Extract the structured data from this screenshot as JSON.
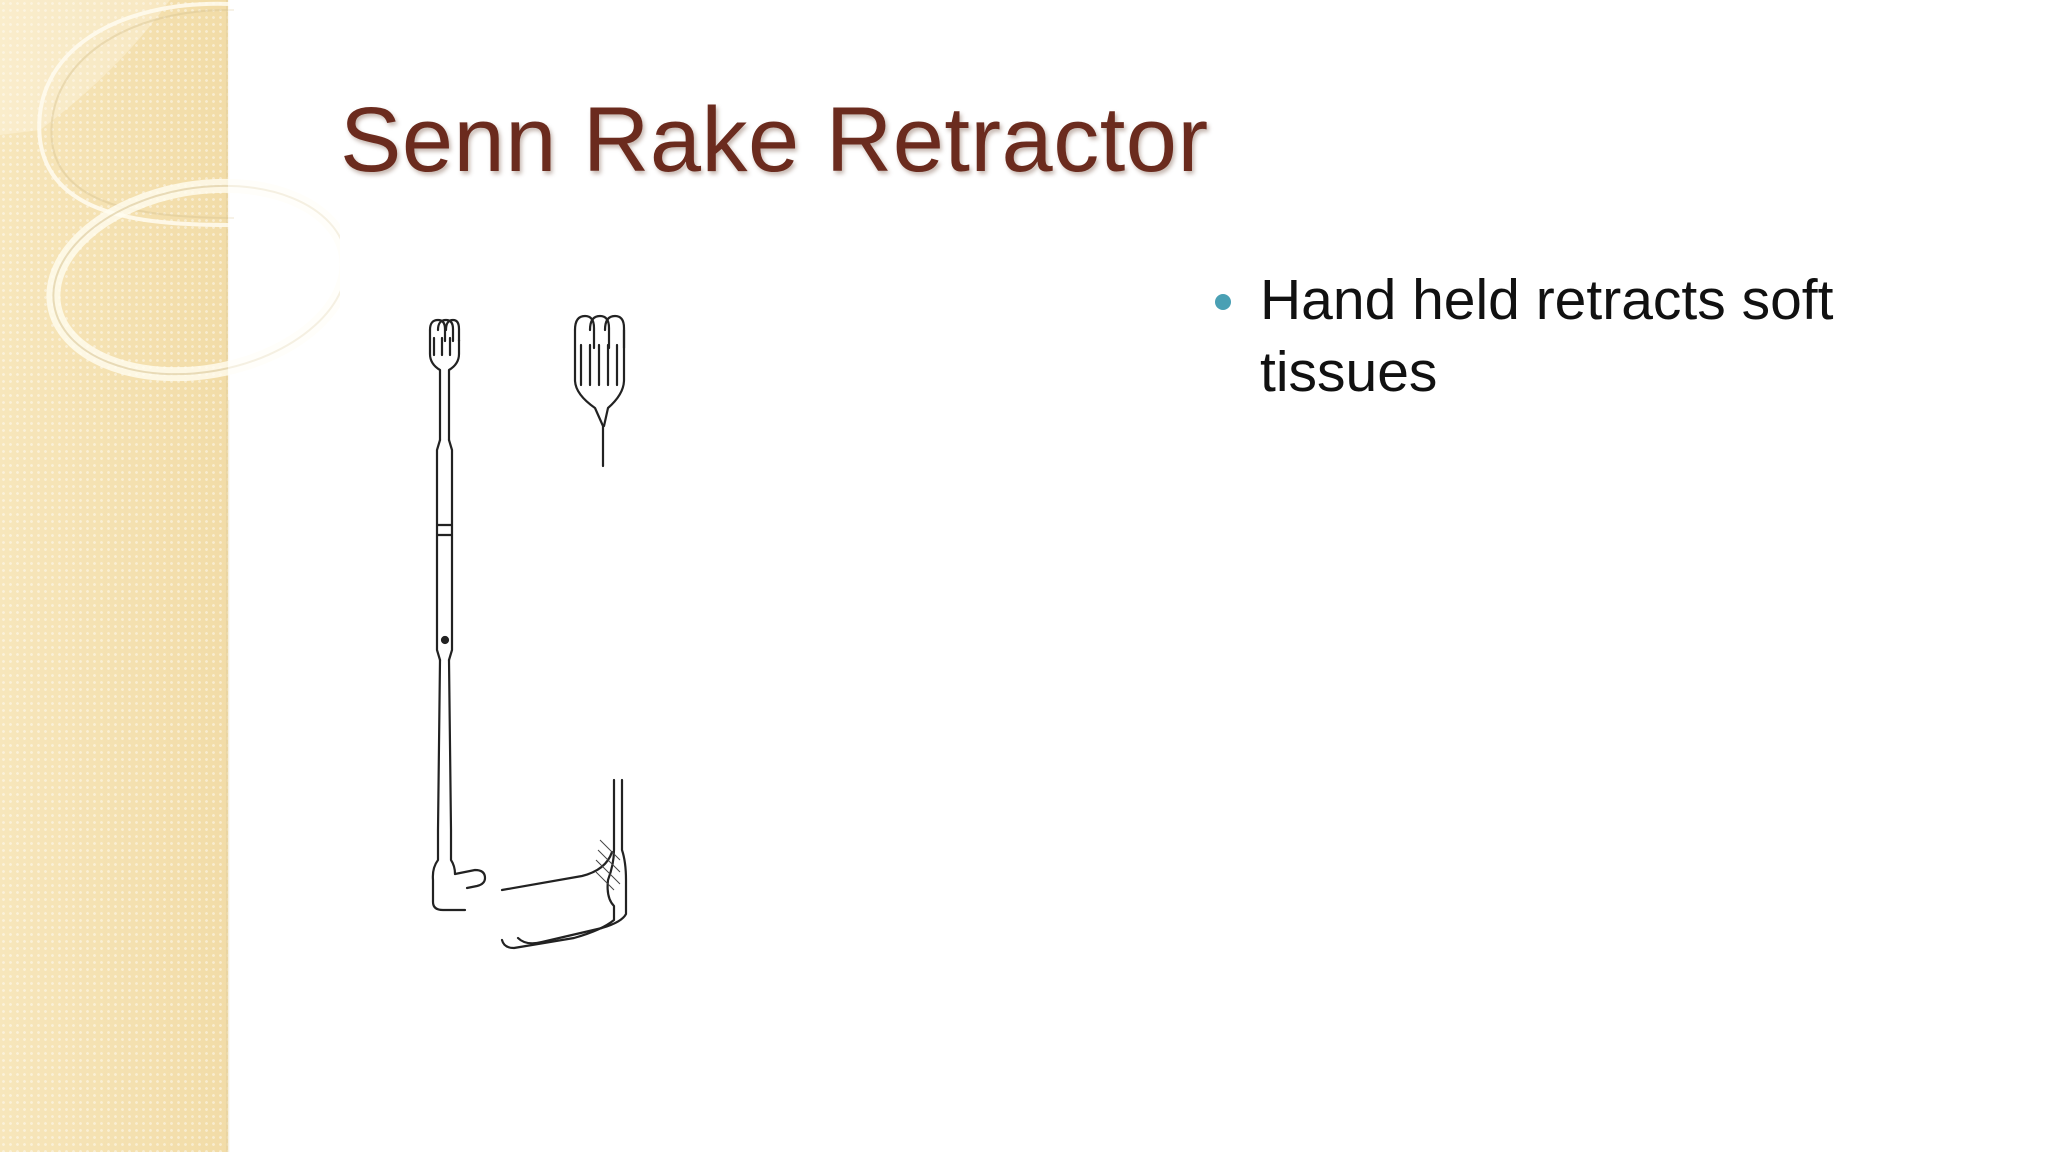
{
  "slide": {
    "title": "Senn Rake Retractor",
    "bullets": [
      {
        "text": "Hand held retracts soft tissues",
        "icon": "bullet-dot-icon"
      }
    ],
    "figure": {
      "icon": "senn-rake-retractor-illustration"
    }
  },
  "colors": {
    "title": "#6b2b1e",
    "bullet_dot": "#4aa0b4",
    "side_panel": "#f5e3b3"
  }
}
